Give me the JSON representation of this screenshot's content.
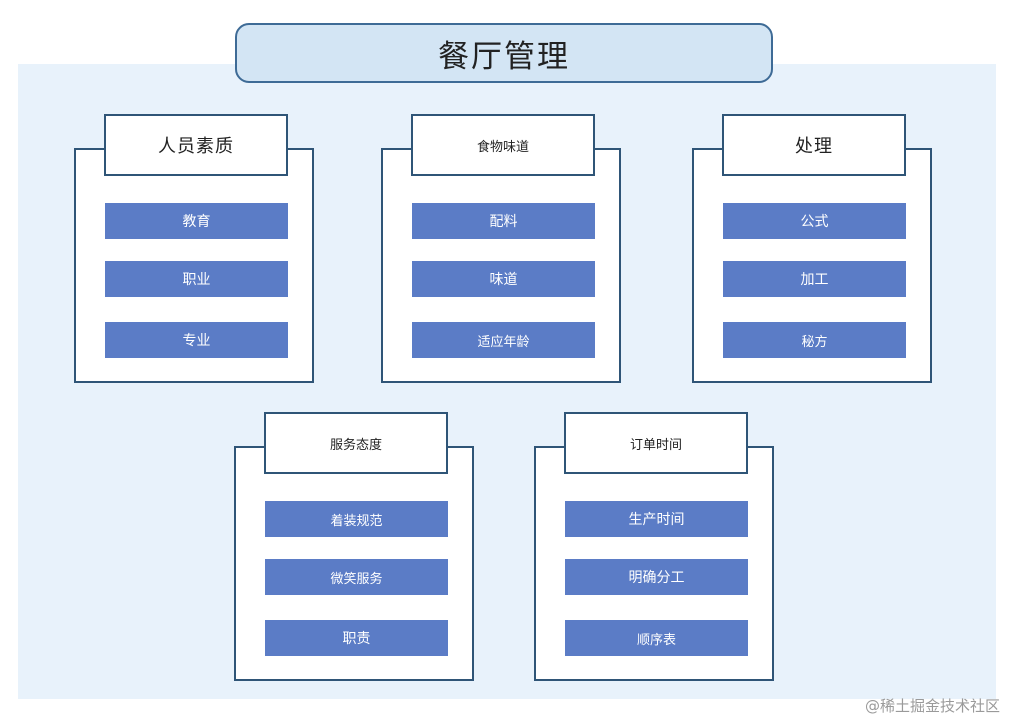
{
  "title": "餐厅管理",
  "groups": [
    {
      "header": "人员素质",
      "items": [
        "教育",
        "职业",
        "专业"
      ]
    },
    {
      "header": "食物味道",
      "items": [
        "配料",
        "味道",
        "适应年龄"
      ]
    },
    {
      "header": "处理",
      "items": [
        "公式",
        "加工",
        "秘方"
      ]
    },
    {
      "header": "服务态度",
      "items": [
        "着装规范",
        "微笑服务",
        "职责"
      ]
    },
    {
      "header": "订单时间",
      "items": [
        "生产时间",
        "明确分工",
        "顺序表"
      ]
    }
  ],
  "watermark": "@稀土掘金技术社区",
  "colors": {
    "panel_background": "#e8f2fb",
    "title_fill": "#d3e5f4",
    "title_border": "#3e6b96",
    "group_border": "#2f5577",
    "item_fill": "#5b7cc6",
    "item_text": "#ffffff"
  }
}
